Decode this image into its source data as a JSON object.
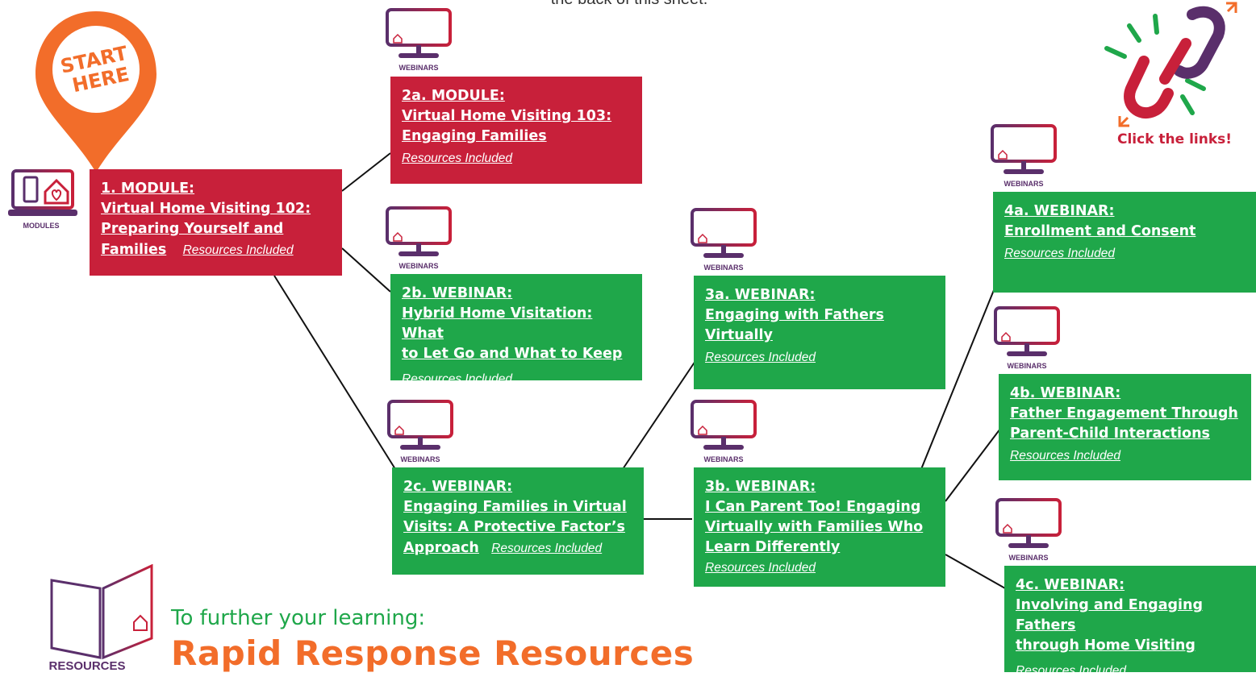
{
  "header": {
    "top_text": "the back of this sheet."
  },
  "start": {
    "line1": "START",
    "line2": "HERE"
  },
  "links_callout": {
    "label": "Click the links!"
  },
  "icons": {
    "modules": "MODULES",
    "webinars": "WEBINARS",
    "resources": "RESOURCES"
  },
  "resources_section": {
    "line1": "To further your learning:",
    "line2": "Rapid Response Resources"
  },
  "nodes": {
    "n1": {
      "title": [
        "1. MODULE:",
        "Virtual Home Visiting 102:",
        "Preparing Yourself and",
        "Families"
      ],
      "resources": "Resources Included"
    },
    "n2a": {
      "title": [
        "2a. MODULE:",
        "Virtual Home Visiting 103:",
        "Engaging Families"
      ],
      "resources": "Resources Included"
    },
    "n2b": {
      "title": [
        "2b. WEBINAR:",
        "Hybrid Home Visitation: What",
        "to Let Go and What to Keep"
      ],
      "resources": "Resources Included"
    },
    "n2c": {
      "title": [
        "2c. WEBINAR:",
        "Engaging Families in Virtual",
        "Visits: A Protective Factor’s",
        "Approach"
      ],
      "resources": "Resources Included"
    },
    "n3a": {
      "title": [
        "3a. WEBINAR:",
        "Engaging with Fathers",
        "Virtually"
      ],
      "resources": "Resources Included"
    },
    "n3b": {
      "title": [
        "3b. WEBINAR:",
        "I Can Parent Too! Engaging",
        "Virtually with Families Who",
        "Learn Differently"
      ],
      "resources": "Resources Included"
    },
    "n4a": {
      "title": [
        "4a. WEBINAR:",
        "Enrollment and Consent"
      ],
      "resources": "Resources Included"
    },
    "n4b": {
      "title": [
        "4b. WEBINAR:",
        "Father Engagement Through",
        "Parent-Child Interactions"
      ],
      "resources": "Resources Included"
    },
    "n4c": {
      "title": [
        "4c. WEBINAR:",
        "Involving and Engaging Fathers",
        "through Home Visiting"
      ],
      "resources": "Resources Included"
    }
  },
  "colors": {
    "module_red": "#c8203a",
    "webinar_green": "#1fa74a",
    "accent_orange": "#f26d2a",
    "icon_purple": "#5a2f6b"
  }
}
